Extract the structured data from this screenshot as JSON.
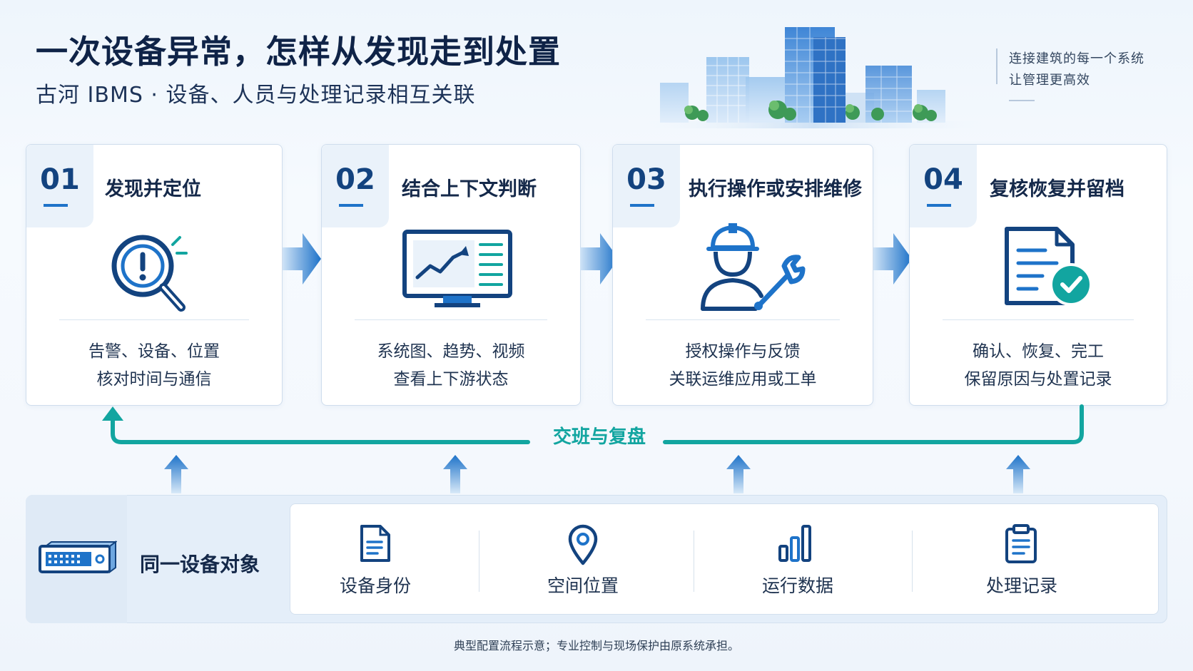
{
  "header": {
    "title": "一次设备异常，怎样从发现走到处置",
    "subtitle": "古河 IBMS · 设备、人员与处理记录相互关联",
    "slogan_line1": "连接建筑的每一个系统",
    "slogan_line2": "让管理更高效"
  },
  "steps": [
    {
      "num": "01",
      "title": "发现并定位",
      "line1": "告警、设备、位置",
      "line2": "核对时间与通信",
      "icon": "magnifier-alert-icon"
    },
    {
      "num": "02",
      "title": "结合上下文判断",
      "line1": "系统图、趋势、视频",
      "line2": "查看上下游状态",
      "icon": "monitor-trend-icon"
    },
    {
      "num": "03",
      "title": "执行操作或安排维修",
      "line1": "授权操作与反馈",
      "line2": "关联运维应用或工单",
      "icon": "worker-wrench-icon"
    },
    {
      "num": "04",
      "title": "复核恢复并留档",
      "line1": "确认、恢复、完工",
      "line2": "保留原因与处置记录",
      "icon": "document-check-icon"
    }
  ],
  "loop": {
    "label": "交班与复盘"
  },
  "device": {
    "label": "同一设备对象",
    "icon": "network-device-icon"
  },
  "attributes": [
    {
      "label": "设备身份",
      "icon": "document-icon"
    },
    {
      "label": "空间位置",
      "icon": "location-pin-icon"
    },
    {
      "label": "运行数据",
      "icon": "bar-chart-icon"
    },
    {
      "label": "处理记录",
      "icon": "clipboard-icon"
    }
  ],
  "footnote": "典型配置流程示意；专业控制与现场保护由原系统承担。",
  "colors": {
    "navy": "#13437f",
    "blue": "#1e73c9",
    "teal": "#12a5a0",
    "light_blue": "#eaf2fa"
  }
}
